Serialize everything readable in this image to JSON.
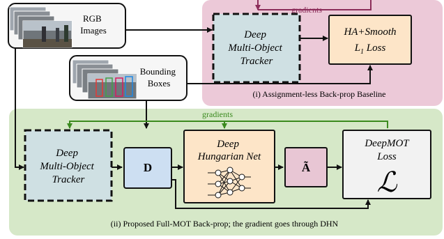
{
  "panel_top": {
    "caption": "(i) Assignment-less Back-prop Baseline",
    "gradients_label": "gradients",
    "tracker_lines": [
      "Deep",
      "Multi-Object",
      "Tracker"
    ],
    "loss_line1": "HA+Smooth",
    "loss_line2_main": "L",
    "loss_line2_sub": "1",
    "loss_line2_rest": " Loss"
  },
  "inputs": {
    "rgb_lines": [
      "RGB",
      "Images"
    ],
    "bbox_lines": [
      "Bounding",
      "Boxes"
    ]
  },
  "panel_bottom": {
    "caption": "(ii) Proposed Full-MOT Back-prop; the gradient goes through DHN",
    "gradients_label": "gradients",
    "tracker_lines": [
      "Deep",
      "Multi-Object",
      "Tracker"
    ],
    "d_label": "D",
    "dhn_lines": [
      "Deep",
      "Hungarian Net"
    ],
    "a_label": "Ã",
    "loss_line1": "DeepMOT",
    "loss_line2": "Loss",
    "loss_symbol": "ℒ"
  },
  "colors": {
    "top_panel": "#ecc9d8",
    "bottom_panel": "#d6e8c8",
    "tracker_fill": "#cfe0e3",
    "d_fill": "#cddff2",
    "dhn_fill": "#fde5c8",
    "a_fill": "#e8c6d4",
    "loss_fill": "#f2f2f2",
    "top_arrow": "#8c2d5a",
    "bottom_arrow": "#3b8a1f"
  }
}
